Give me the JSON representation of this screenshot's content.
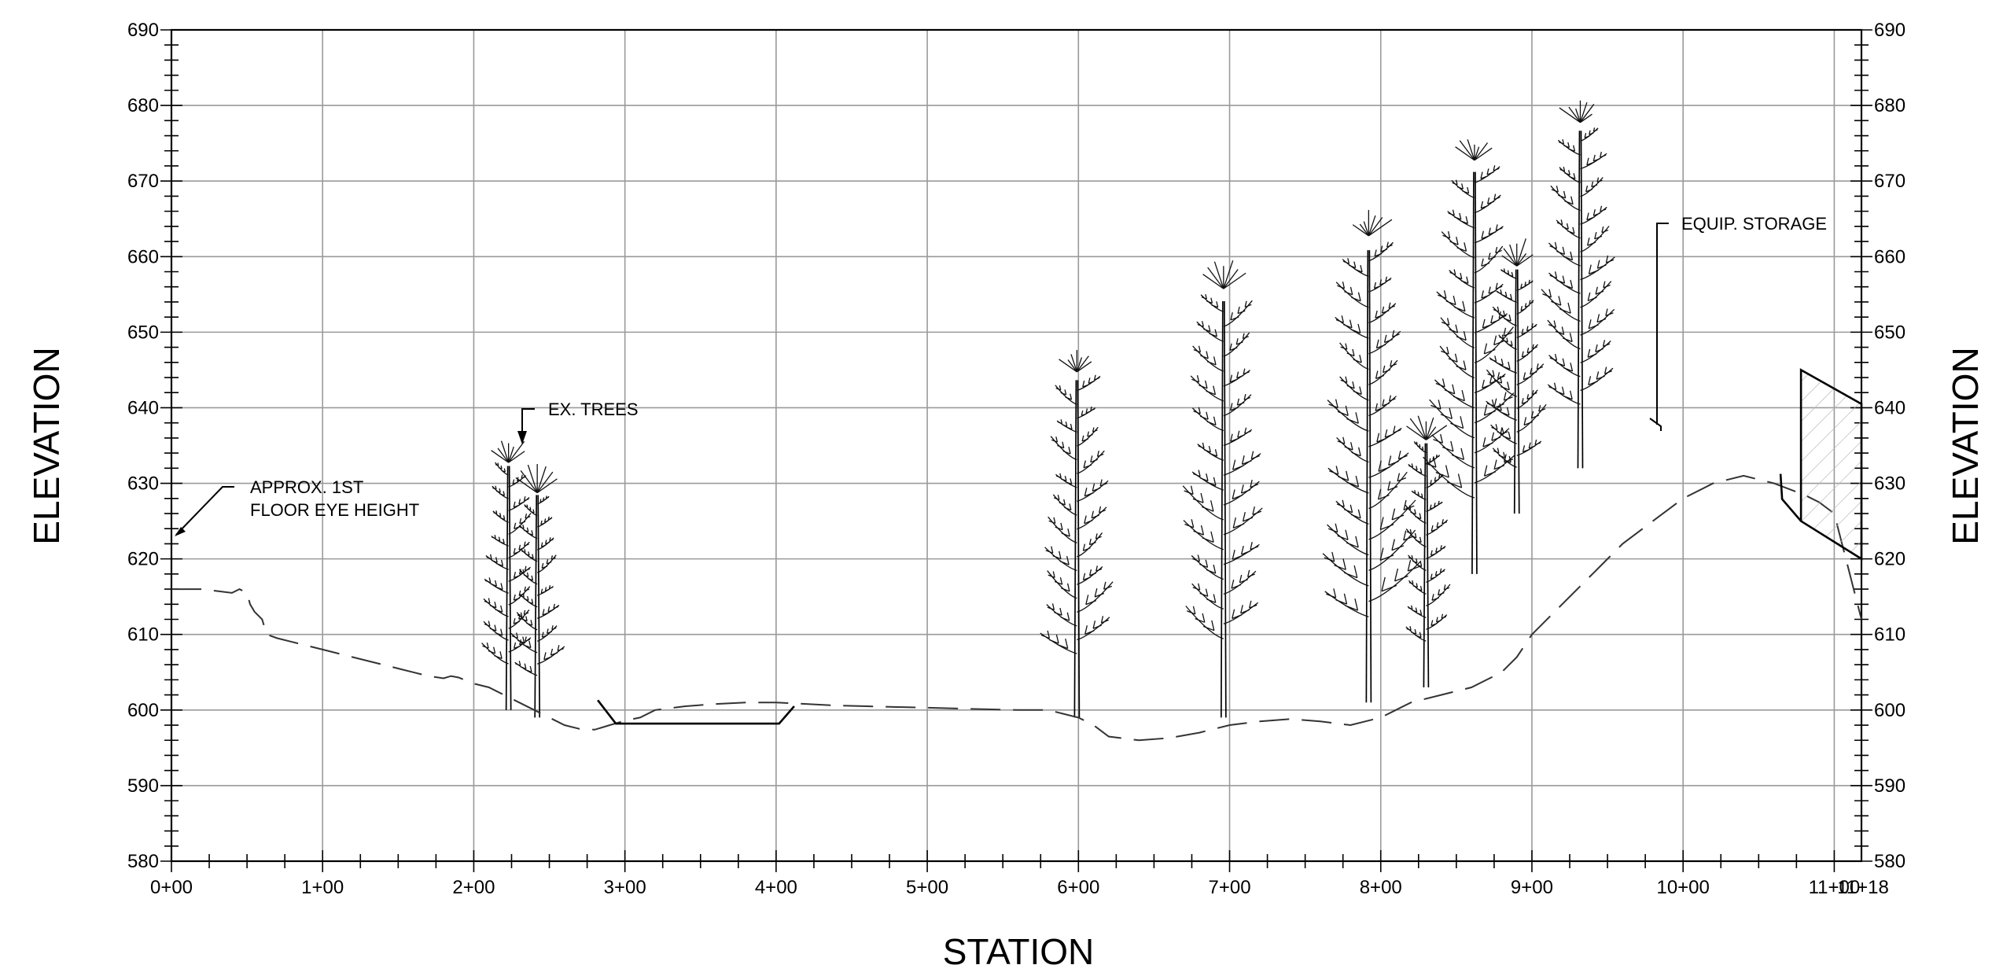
{
  "axes": {
    "x_title": "STATION",
    "y_title_left": "ELEVATION",
    "y_title_right": "ELEVATION",
    "y_ticks": [
      "580",
      "590",
      "600",
      "610",
      "620",
      "630",
      "640",
      "650",
      "660",
      "670",
      "680",
      "690"
    ],
    "x_ticks": [
      "0+00",
      "1+00",
      "2+00",
      "3+00",
      "4+00",
      "5+00",
      "6+00",
      "7+00",
      "8+00",
      "9+00",
      "10+00",
      "11+00"
    ],
    "x_end_label": "11+18",
    "x_range_station": [
      0,
      1118
    ],
    "y_range_elev": [
      580,
      690
    ],
    "grid": true
  },
  "annotations": {
    "eye_height": [
      "APPROX. 1ST",
      "FLOOR EYE HEIGHT"
    ],
    "trees": "EX. TREES",
    "storage": "EQUIP. STORAGE"
  },
  "colors": {
    "grid": "#9a9a9a",
    "ink": "#000000",
    "hatch": "#b8b8b8"
  },
  "profile": {
    "existing_ground": [
      [
        0,
        616
      ],
      [
        20,
        616
      ],
      [
        40,
        615.5
      ],
      [
        45,
        616
      ],
      [
        50,
        615.5
      ],
      [
        52,
        614
      ],
      [
        55,
        613
      ],
      [
        60,
        612
      ],
      [
        63,
        610
      ],
      [
        70,
        609.5
      ],
      [
        80,
        609
      ],
      [
        100,
        608
      ],
      [
        120,
        607
      ],
      [
        140,
        606
      ],
      [
        160,
        605
      ],
      [
        170,
        604.5
      ],
      [
        180,
        604.2
      ],
      [
        185,
        604.5
      ],
      [
        190,
        604.3
      ],
      [
        200,
        603.5
      ],
      [
        210,
        603
      ],
      [
        215,
        602.5
      ],
      [
        220,
        602
      ],
      [
        230,
        601
      ],
      [
        240,
        600
      ],
      [
        250,
        599
      ],
      [
        260,
        598
      ],
      [
        270,
        597.5
      ],
      [
        280,
        597.4
      ],
      [
        290,
        598
      ],
      [
        300,
        598.6
      ],
      [
        310,
        599
      ],
      [
        320,
        600
      ],
      [
        340,
        600.5
      ],
      [
        360,
        600.8
      ],
      [
        380,
        601
      ],
      [
        400,
        601
      ],
      [
        420,
        600.8
      ],
      [
        440,
        600.6
      ],
      [
        460,
        600.5
      ],
      [
        480,
        600.4
      ],
      [
        500,
        600.3
      ],
      [
        520,
        600.2
      ],
      [
        540,
        600.1
      ],
      [
        560,
        600
      ],
      [
        580,
        600
      ],
      [
        590,
        599.5
      ],
      [
        600,
        599
      ],
      [
        610,
        598
      ],
      [
        620,
        596.5
      ],
      [
        640,
        596
      ],
      [
        660,
        596.3
      ],
      [
        680,
        597
      ],
      [
        690,
        597.5
      ],
      [
        700,
        598
      ],
      [
        720,
        598.5
      ],
      [
        740,
        598.8
      ],
      [
        760,
        598.5
      ],
      [
        780,
        598
      ],
      [
        790,
        598.5
      ],
      [
        800,
        599
      ],
      [
        810,
        600
      ],
      [
        820,
        601
      ],
      [
        840,
        602
      ],
      [
        860,
        603
      ],
      [
        870,
        604
      ],
      [
        880,
        605
      ],
      [
        890,
        607
      ],
      [
        900,
        610
      ],
      [
        920,
        614
      ],
      [
        940,
        618
      ],
      [
        960,
        622
      ],
      [
        980,
        625
      ],
      [
        1000,
        628
      ],
      [
        1020,
        630
      ],
      [
        1040,
        631
      ],
      [
        1060,
        630
      ],
      [
        1080,
        628.5
      ],
      [
        1090,
        627.5
      ],
      [
        1100,
        626
      ],
      [
        1118,
        612
      ]
    ],
    "pond": [
      [
        282,
        601.3
      ],
      [
        294,
        598.2
      ],
      [
        402,
        598.2
      ],
      [
        412,
        600.5
      ]
    ],
    "storage_building": {
      "top": [
        [
          1078,
          645
        ],
        [
          1118,
          640.5
        ]
      ],
      "bottom": [
        [
          1078,
          625
        ],
        [
          1118,
          620
        ]
      ]
    },
    "trees": [
      {
        "station": 223,
        "base": 600,
        "top": 634,
        "spread": 36
      },
      {
        "station": 242,
        "base": 599,
        "top": 630,
        "spread": 32
      },
      {
        "station": 599,
        "base": 599,
        "top": 646,
        "spread": 48
      },
      {
        "station": 696,
        "base": 599,
        "top": 657,
        "spread": 55
      },
      {
        "station": 792,
        "base": 601,
        "top": 664,
        "spread": 60
      },
      {
        "station": 830,
        "base": 603,
        "top": 637,
        "spread": 32
      },
      {
        "station": 862,
        "base": 618,
        "top": 674,
        "spread": 58
      },
      {
        "station": 890,
        "base": 626,
        "top": 660,
        "spread": 40
      },
      {
        "station": 932,
        "base": 632,
        "top": 679,
        "spread": 52
      }
    ]
  }
}
